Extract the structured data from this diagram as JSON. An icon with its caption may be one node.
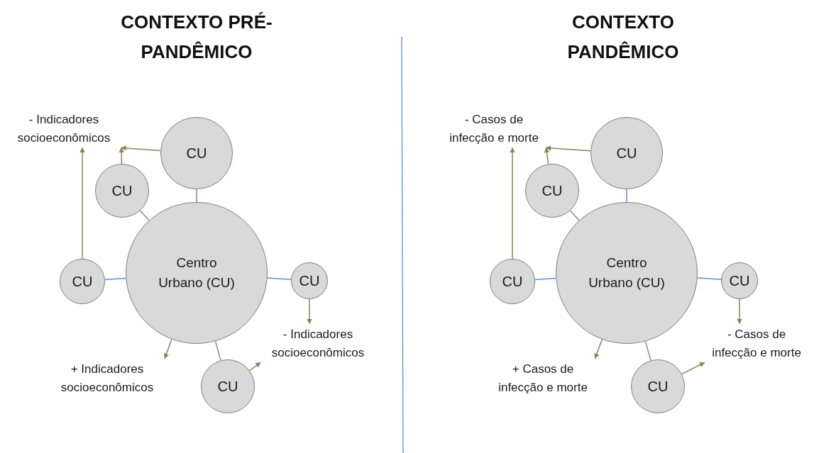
{
  "diagram": {
    "nodes": [
      {
        "text": [
          "Centro Urbano (CU)"
        ]
      },
      {
        "text": [
          "CU"
        ]
      },
      {
        "text": [
          "CU"
        ]
      },
      {
        "text": [
          "CU"
        ]
      },
      {
        "text": [
          "CU"
        ]
      },
      {
        "text": [
          "CU"
        ]
      },
      {
        "text": [
          "- Indicadores socioeconômicos"
        ]
      },
      {
        "text": [
          "- Indicadores socioeconômicos"
        ]
      },
      {
        "text": [
          "+ Indicadores socioeconômicos"
        ]
      },
      {
        "text": [
          "Centro Urbano (CU)"
        ]
      },
      {
        "text": [
          "CU"
        ]
      },
      {
        "text": [
          "CU"
        ]
      },
      {
        "text": [
          "CU"
        ]
      },
      {
        "text": [
          "CU"
        ]
      },
      {
        "text": [
          "CU"
        ]
      },
      {
        "text": [
          "- Casos de infecção e morte"
        ]
      },
      {
        "text": [
          "- Casos de infecção e morte"
        ]
      },
      {
        "text": [
          "+ Casos de infecção e morte"
        ]
      }
    ],
    "edges": [
      {
        "from": 0,
        "to": 1,
        "arrow": "none",
        "color": "#5b8fd6"
      },
      {
        "from": 0,
        "to": 2,
        "arrow": "none",
        "color": "#5b8fd6"
      },
      {
        "from": 0,
        "to": 3,
        "arrow": "none",
        "color": "#5b8fd6"
      },
      {
        "from": 0,
        "to": 4,
        "arrow": "none",
        "color": "#5b8fd6"
      },
      {
        "from": 0,
        "to": 5,
        "arrow": "none",
        "color": "#5b8fd6"
      },
      {
        "from": 1,
        "to": 6,
        "arrow": "to",
        "color": "#8b8455"
      },
      {
        "from": 2,
        "to": 6,
        "arrow": "to",
        "color": "#8b8455"
      },
      {
        "from": 3,
        "to": 6,
        "arrow": "to",
        "color": "#8b8455"
      },
      {
        "from": 4,
        "to": 7,
        "arrow": "to",
        "color": "#8b8455"
      },
      {
        "from": 5,
        "to": 7,
        "arrow": "to",
        "color": "#8b8455"
      },
      {
        "from": 0,
        "to": 8,
        "arrow": "to",
        "color": "#8b8455"
      },
      {
        "from": 9,
        "to": 10,
        "arrow": "none",
        "color": "#5b8fd6"
      },
      {
        "from": 9,
        "to": 11,
        "arrow": "none",
        "color": "#5b8fd6"
      },
      {
        "from": 9,
        "to": 12,
        "arrow": "none",
        "color": "#5b8fd6"
      },
      {
        "from": 9,
        "to": 13,
        "arrow": "none",
        "color": "#5b8fd6"
      },
      {
        "from": 9,
        "to": 14,
        "arrow": "none",
        "color": "#5b8fd6"
      },
      {
        "from": 10,
        "to": 15,
        "arrow": "to",
        "color": "#8b8455"
      },
      {
        "from": 11,
        "to": 15,
        "arrow": "to",
        "color": "#8b8455"
      },
      {
        "from": 12,
        "to": 15,
        "arrow": "to",
        "color": "#8b8455"
      },
      {
        "from": 13,
        "to": 16,
        "arrow": "to",
        "color": "#8b8455"
      },
      {
        "from": 14,
        "to": 16,
        "arrow": "to",
        "color": "#8b8455"
      },
      {
        "from": 9,
        "to": 17,
        "arrow": "to",
        "color": "#8b8455"
      }
    ],
    "labels": [
      "CONTEXTO PRÉ-PANDÊMICO",
      "CONTEXTO PANDÊMICO"
    ]
  }
}
